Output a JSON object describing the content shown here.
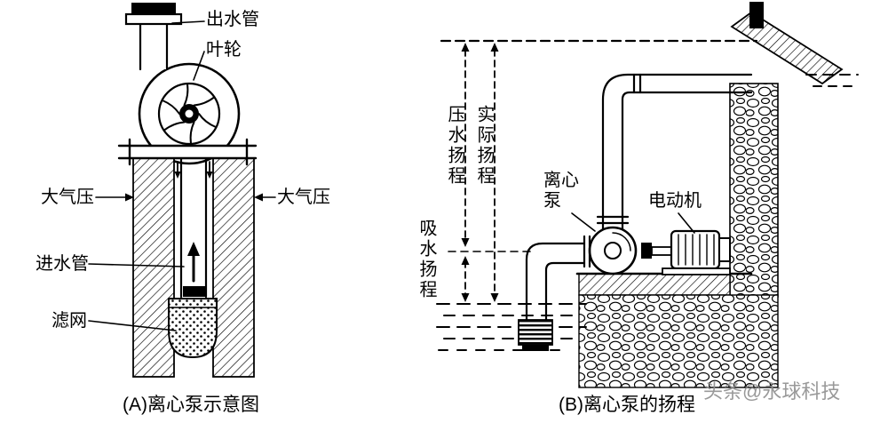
{
  "figure_a": {
    "caption": "(A)离心泵示意图",
    "labels": {
      "outlet_pipe": "出水管",
      "impeller": "叶轮",
      "atm_left": "大气压",
      "atm_right": "大气压",
      "inlet_pipe": "进水管",
      "filter": "滤网"
    }
  },
  "figure_b": {
    "caption": "(B)离心泵的扬程",
    "labels": {
      "pressure_lift": "压水扬程",
      "actual_lift": "实际扬程",
      "suction_lift": "吸水扬程",
      "pump": "离心泵",
      "motor": "电动机"
    }
  },
  "watermark": "头条@永球科技",
  "colors": {
    "ink": "#000000",
    "watermark": "#8f8f8f",
    "background": "#ffffff"
  }
}
